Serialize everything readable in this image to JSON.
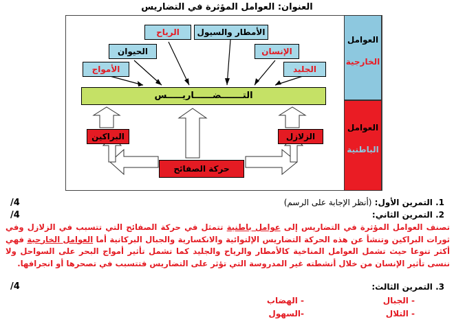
{
  "title": "العنوان: العوامل المؤثرة في التضاريس",
  "diagram": {
    "side_external": [
      "العوامل",
      "الخارجية"
    ],
    "side_internal": [
      "العوامل",
      "الباطنية"
    ],
    "boxes": {
      "rain": "الأمطار والسيول",
      "wind": "الرياح",
      "animal": "الحيوان",
      "human": "الإنسان",
      "waves": "الأمواج",
      "ice": "الجليد",
      "bar": "التـــــــضــــــاريـــــس",
      "volcano": "البراكين",
      "quake": "الزلازل",
      "plates": "حركة الصفائح"
    }
  },
  "exercise1": {
    "label": "1.  التمرين الأول:",
    "note": "(أنظر الإجابة على الرسم)",
    "score": "4/"
  },
  "exercise2": {
    "label": "2.  التمرين الثاني:",
    "score": "4/",
    "p1": "تصنف العوامل المؤثرة في التضاريس إلى ",
    "u1": "عوامل باطنية",
    "p2": " تتمثل في حركة الصفائح التي تتسبب في الزلازل وفي ثورات البراكين وتنشأ عن هذه الحركة التضاريس الإلتوائية والانكسارية والجبال البركانية أما ",
    "u2": "العوامل الخارجية",
    "p3": " فهي أكثر تنوعا حيث تشمل العوامل المناخية كالأمطار والرياح والجليد كما تشمل تأثير أمواج البحر على السواحل ولا ننسى تأثير الإنسان من خلال أنشطته غير المدروسة التي تؤثر على التضاريس فتتسبب في تصحرها أو انجرافها."
  },
  "exercise3": {
    "label": "3.  التمرين الثالث:",
    "score": "4/",
    "answers": [
      "- الجبال",
      "- الهضاب",
      "- التلال",
      "-السهول"
    ]
  }
}
